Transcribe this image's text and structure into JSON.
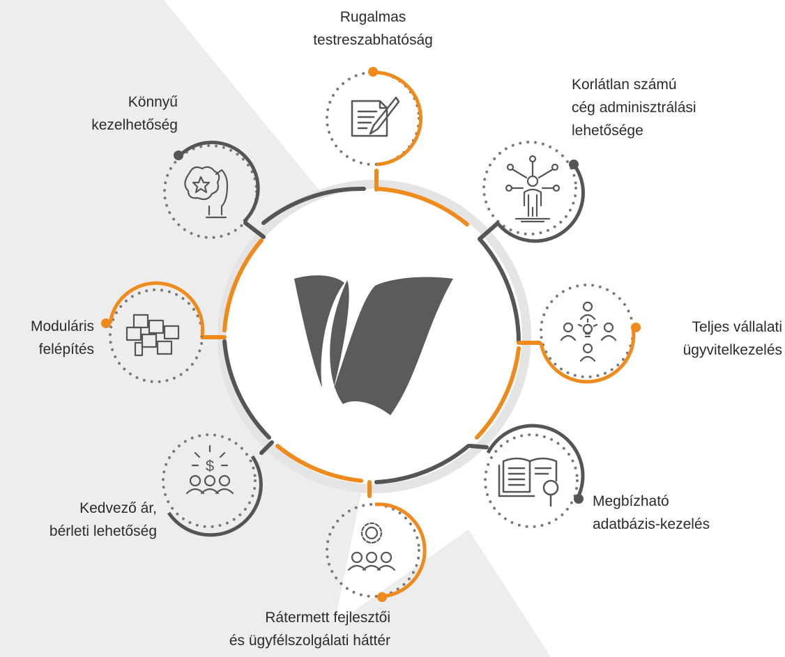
{
  "colors": {
    "orange": "#EF8B1C",
    "dark": "#555555",
    "dots": "#777777",
    "background_shape": "#EDEDED",
    "logo": "#5B5B5B",
    "icons": "#555555"
  },
  "nodes": [
    {
      "id": "rugalmas",
      "label_lines": [
        "Rugalmas",
        "testreszabhatóság"
      ],
      "icon": "document-pen-icon",
      "ring_color": "orange"
    },
    {
      "id": "korlatlan",
      "label_lines": [
        "Korlátlan számú",
        "cég adminisztrálási",
        "lehetősége"
      ],
      "icon": "person-network-icon",
      "ring_color": "dark"
    },
    {
      "id": "teljes",
      "label_lines": [
        "Teljes vállalati",
        "ügyvitelkezelés"
      ],
      "icon": "team-idea-icon",
      "ring_color": "orange"
    },
    {
      "id": "megbizhato",
      "label_lines": [
        "Megbízható",
        "adatbázis-kezelés"
      ],
      "icon": "book-search-icon",
      "ring_color": "dark"
    },
    {
      "id": "ratermett",
      "label_lines": [
        "Rátermett fejlesztői",
        "és ügyfélszolgálati háttér"
      ],
      "icon": "team-gear-icon",
      "ring_color": "orange"
    },
    {
      "id": "kedvezo",
      "label_lines": [
        "Kedvező ár,",
        "bérleti lehetőség"
      ],
      "icon": "team-dollar-icon",
      "ring_color": "dark"
    },
    {
      "id": "modularis",
      "label_lines": [
        "Moduláris",
        "felépítés"
      ],
      "icon": "puzzle-icon",
      "ring_color": "orange"
    },
    {
      "id": "konnyu",
      "label_lines": [
        "Könnyű",
        "kezelhetőség"
      ],
      "icon": "hand-puzzle-icon",
      "ring_color": "dark"
    }
  ]
}
